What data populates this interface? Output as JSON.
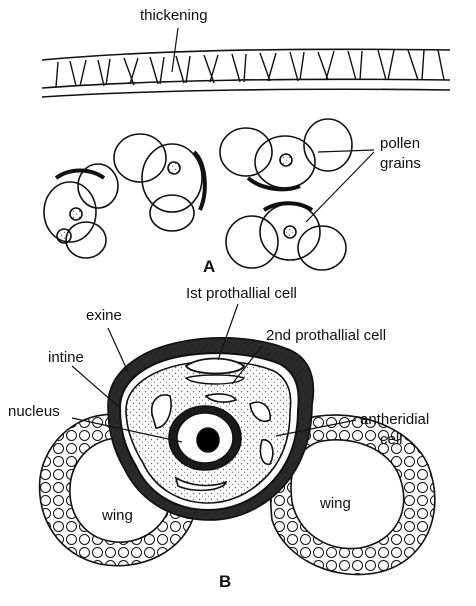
{
  "figure_a": {
    "panel_label": "A",
    "labels": {
      "thickening": "thickening",
      "pollen_line1": "pollen",
      "pollen_line2": "grains"
    }
  },
  "figure_b": {
    "panel_label": "B",
    "labels": {
      "exine": "exine",
      "first_prothallial": "Ist prothallial cell",
      "second_prothallial": "2nd prothallial cell",
      "intine": "intine",
      "nucleus": "nucleus",
      "antheridial_line1": "antheridial",
      "antheridial_line2": "cell",
      "wing_left": "wing",
      "wing_right": "wing"
    }
  },
  "colors": {
    "ink": "#111111",
    "exine_fill": "#2a2a2a",
    "stipple": "#555555"
  }
}
